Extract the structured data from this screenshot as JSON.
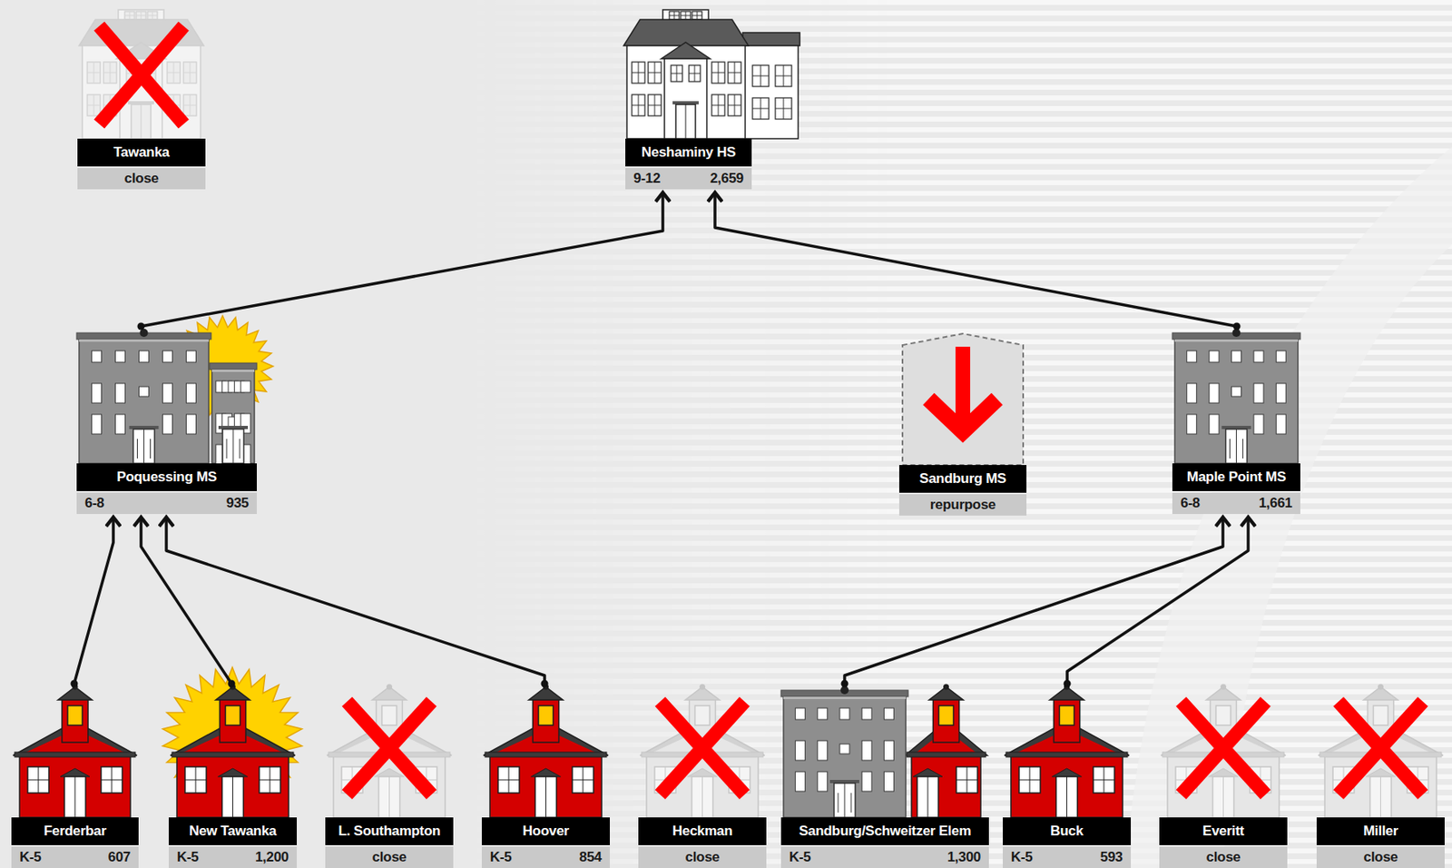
{
  "diagram": {
    "nodes": [
      {
        "text": [
          "Tawanka",
          "close"
        ]
      },
      {
        "text": [
          "Neshaminy HS",
          "9-12",
          "2,659"
        ]
      },
      {
        "text": [
          "Poquessing MS",
          "6-8",
          "935"
        ]
      },
      {
        "text": [
          "Sandburg MS",
          "repurpose"
        ]
      },
      {
        "text": [
          "Maple Point MS",
          "6-8",
          "1,661"
        ]
      },
      {
        "text": [
          "Ferderbar",
          "K-5",
          "607"
        ]
      },
      {
        "text": [
          "New Tawanka",
          "K-5",
          "1,200"
        ]
      },
      {
        "text": [
          "L. Southampton",
          "close"
        ]
      },
      {
        "text": [
          "Hoover",
          "K-5",
          "854"
        ]
      },
      {
        "text": [
          "Heckman",
          "close"
        ]
      },
      {
        "text": [
          "Sandburg/Schweitzer Elem",
          "K-5",
          "1,300"
        ]
      },
      {
        "text": [
          "Buck",
          "K-5",
          "593"
        ]
      },
      {
        "text": [
          "Everitt",
          "close"
        ]
      },
      {
        "text": [
          "Miller",
          "close"
        ]
      }
    ],
    "edges": [
      {
        "from": 2,
        "to": 1,
        "arrow": "to"
      },
      {
        "from": 4,
        "to": 1,
        "arrow": "to"
      },
      {
        "from": 5,
        "to": 2,
        "arrow": "to"
      },
      {
        "from": 6,
        "to": 2,
        "arrow": "to"
      },
      {
        "from": 8,
        "to": 2,
        "arrow": "to"
      },
      {
        "from": 10,
        "to": 4,
        "arrow": "to"
      },
      {
        "from": 11,
        "to": 4,
        "arrow": "to"
      }
    ]
  }
}
